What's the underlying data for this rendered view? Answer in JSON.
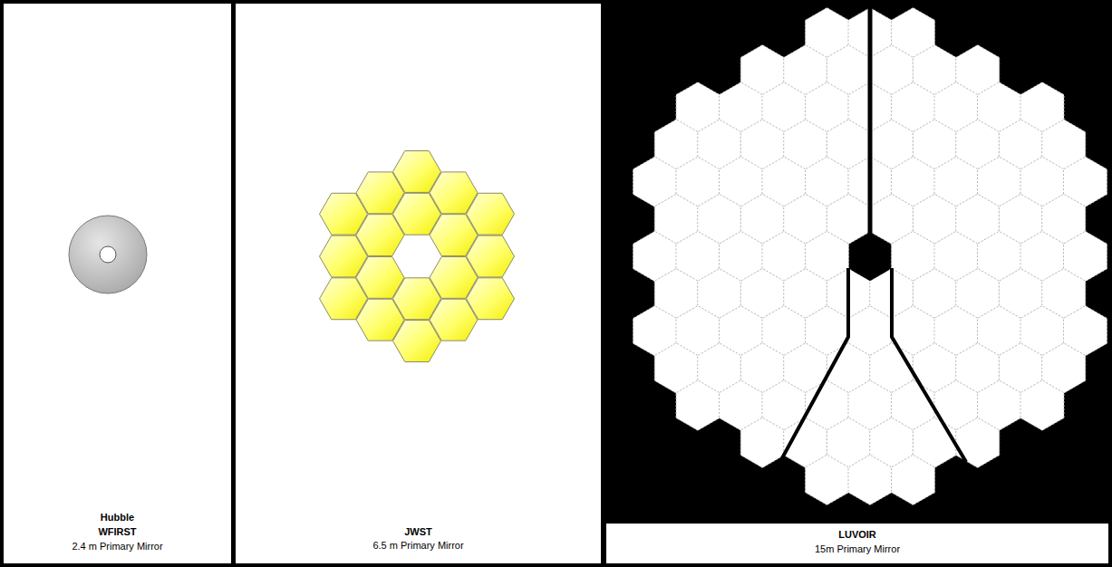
{
  "diagram": {
    "nodes": [
      {
        "text": [
          "Hubble",
          "WFIRST",
          "2.4 m Primary Mirror"
        ]
      },
      {
        "text": [
          "JWST",
          "6.5 m Primary Mirror"
        ]
      },
      {
        "text": [
          "LUVOIR",
          "15m Primary Mirror"
        ]
      }
    ]
  }
}
